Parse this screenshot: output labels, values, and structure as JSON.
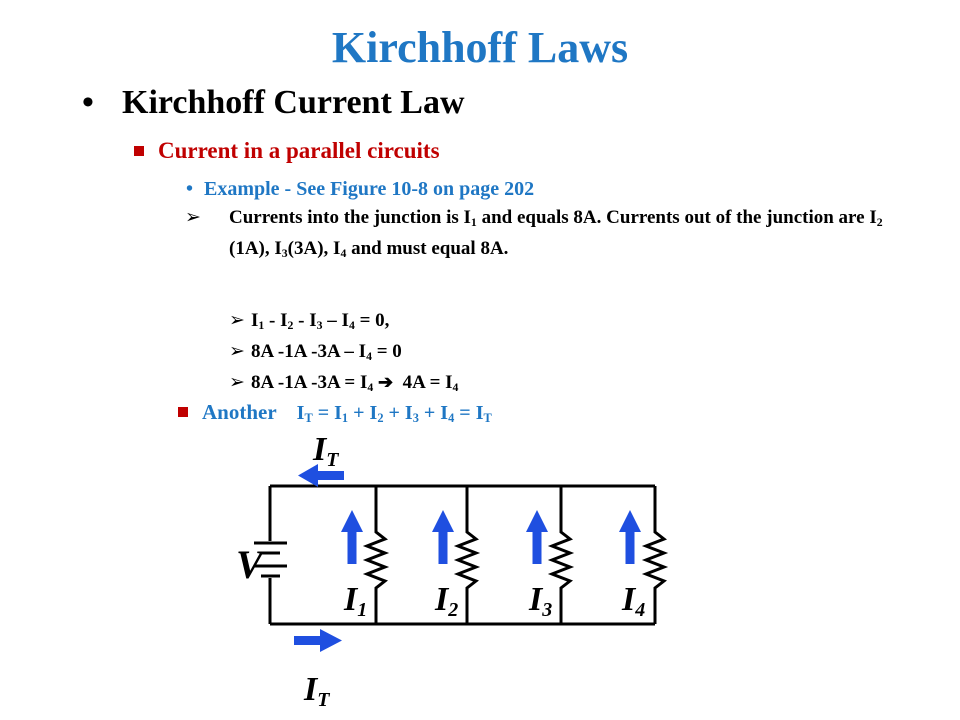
{
  "slide": {
    "title": "Kirchhoff Laws",
    "level1": "Kirchhoff Current Law",
    "level2": "Current in a parallel circuits",
    "level3": "Example - See Figure 10-8 on page 202",
    "bullets": {
      "b1_a": "Currents into the junction is I",
      "b1_sub1": "1",
      "b1_b": " and equals 8A.  Currents out of the junction are I",
      "b1_sub2": "2",
      "b1_c": " (1A), I",
      "b1_sub3": "3",
      "b1_d": "(3A), I",
      "b1_sub4": "4",
      "b1_e": " and must equal 8A.",
      "b2_a": "I",
      "b2_s1": "1",
      "b2_b": " - I",
      "b2_s2": "2",
      "b2_c": " - I",
      "b2_s3": "3",
      "b2_d": " – I",
      "b2_s4": "4",
      "b2_e": " = 0,",
      "b3_a": "8A -1A -3A – I",
      "b3_s4": "4",
      "b3_b": " = 0",
      "b4_a": "8A -1A -3A = I",
      "b4_s4": "4",
      "b4_arrow": "➔",
      "b4_b": "  4A = I",
      "b4_s4b": "4"
    },
    "another": {
      "label": "Another",
      "eq_I": "I",
      "eq_T": "T",
      "eq_eq": " = I",
      "eq_1": "1",
      "eq_p1": " + I",
      "eq_2": "2",
      "eq_p2": " + I",
      "eq_3": "3",
      "eq_p3": " + I",
      "eq_4": "4",
      "eq_end": " = I",
      "eq_T2": "T"
    }
  },
  "circuit": {
    "source_label": "V",
    "total_label_I": "I",
    "total_label_T": "T",
    "branch_I": "I",
    "branches": [
      "1",
      "2",
      "3",
      "4"
    ],
    "colors": {
      "arrow": "#1f4fe0",
      "wire": "#000000"
    }
  },
  "colors": {
    "title": "#1f77c4",
    "red": "#c00000",
    "blue_text": "#1f77c4"
  }
}
